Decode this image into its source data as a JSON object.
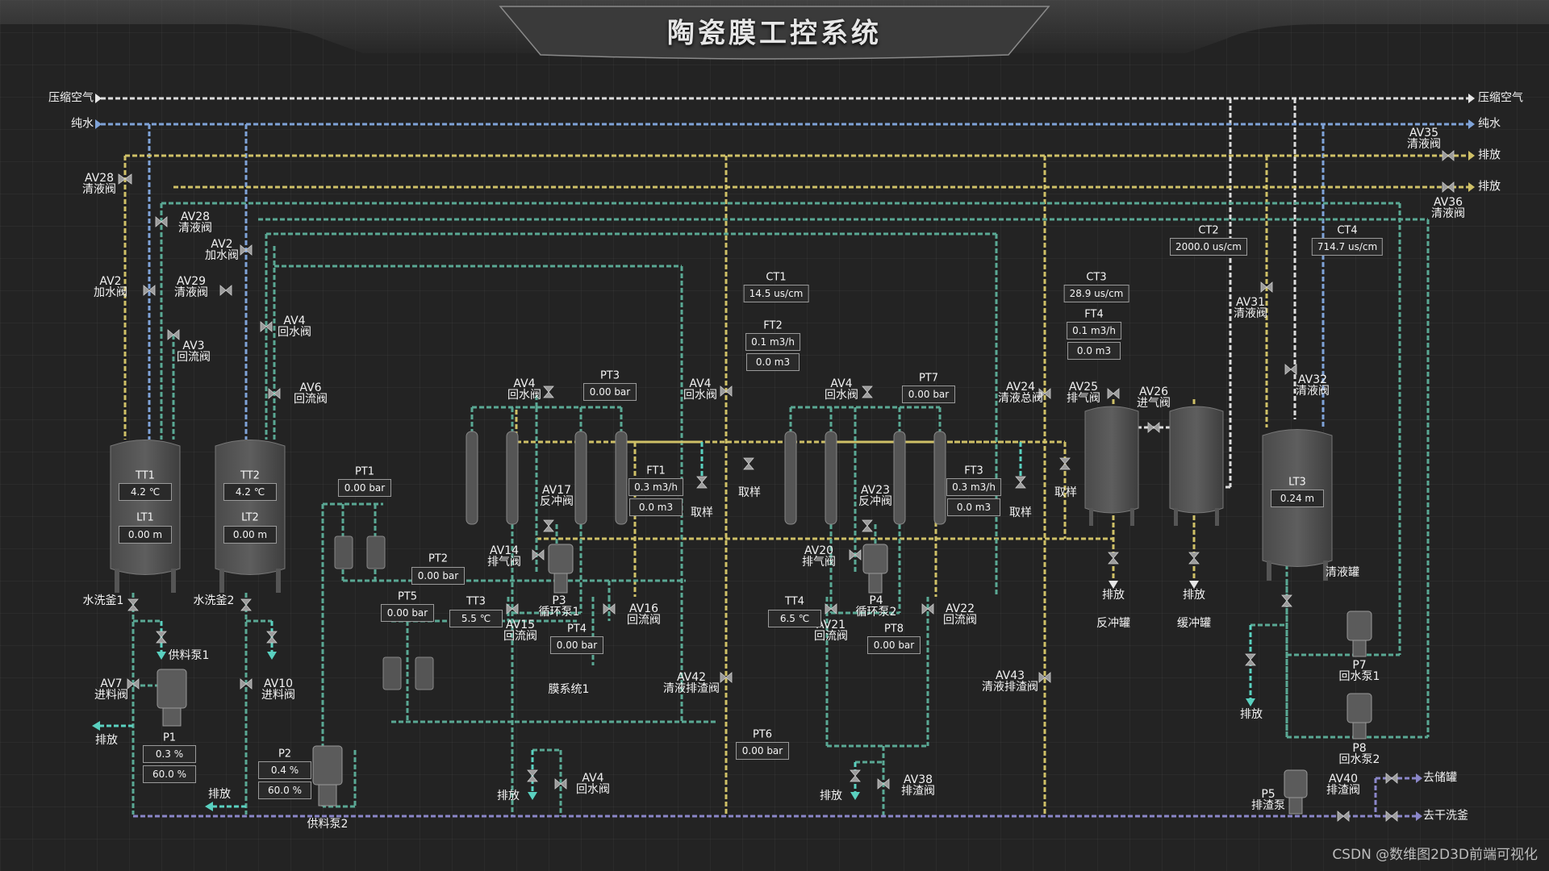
{
  "title": "陶瓷膜工控系统",
  "watermark": "CSDN @数维图2D3D前端可视化",
  "colors": {
    "air": "#e3e3e3",
    "pure_water": "#7fa3d8",
    "discharge": "#cfc067",
    "recirc": "#5aa894",
    "drain_main": "#8a86c8",
    "teal": "#5ad1c0"
  },
  "rails": {
    "air_left": "压缩空气",
    "air_right": "压缩空气",
    "water_left": "纯水",
    "water_right": "纯水",
    "drain1": "排放",
    "drain2": "排放"
  },
  "tanks": {
    "tank1": {
      "tt": "TT1",
      "tt_val": "4.2 ℃",
      "lt": "LT1",
      "lt_val": "0.00 m",
      "name": "水洗釜1"
    },
    "tank2": {
      "tt": "TT2",
      "tt_val": "4.2 ℃",
      "lt": "LT2",
      "lt_val": "0.00 m",
      "name": "水洗釜2"
    },
    "tank3": {
      "lt": "LT3",
      "lt_val": "0.24 m",
      "name": "清液罐"
    },
    "backflush": {
      "name": "反冲罐",
      "drain": "排放"
    },
    "buffer": {
      "name": "缓冲罐",
      "drain": "排放"
    }
  },
  "valves": {
    "av28a": "AV28\n清液阀",
    "av28b": "AV28\n清液阀",
    "av2a": "AV2\n加水阀",
    "av2b": "AV2\n加水阀",
    "av29": "AV29\n清液阀",
    "av3": "AV3\n回流阀",
    "av4a": "AV4\n回水阀",
    "av6": "AV6\n回流阀",
    "av7": "AV7\n进料阀",
    "av10": "AV10\n进料阀",
    "av4b": "AV4\n回水阀",
    "av4c": "AV4\n回水阀",
    "av4d": "AV4\n回水阀",
    "av4e": "AV4\n回水阀",
    "av17": "AV17\n反冲阀",
    "av14": "AV14\n排气阀",
    "av15": "AV15\n回流阀",
    "av16": "AV16\n回流阀",
    "av23": "AV23\n反冲阀",
    "av20": "AV20\n排气阀",
    "av21": "AV21\n回流阀",
    "av22": "AV22\n回流阀",
    "av24": "AV24\n清液总阀",
    "av25": "AV25\n排气阀",
    "av26": "AV26\n进气阀",
    "av31": "AV31\n清液阀",
    "av32": "AV32\n清液阀",
    "av35": "AV35\n清液阀",
    "av36": "AV36\n清液阀",
    "av38": "AV38\n排渣阀",
    "av40": "AV40\n排渣阀",
    "av42": "AV42\n清液排渣阀",
    "av43": "AV43\n清液排渣阀"
  },
  "instruments": {
    "pt1": {
      "tag": "PT1",
      "val": "0.00 bar"
    },
    "pt2": {
      "tag": "PT2",
      "val": "0.00 bar"
    },
    "pt3": {
      "tag": "PT3",
      "val": "0.00 bar"
    },
    "pt4": {
      "tag": "PT4",
      "val": "0.00 bar"
    },
    "pt5": {
      "tag": "PT5",
      "val": "0.00 bar"
    },
    "pt6": {
      "tag": "PT6",
      "val": "0.00 bar"
    },
    "pt7": {
      "tag": "PT7",
      "val": "0.00 bar"
    },
    "pt8": {
      "tag": "PT8",
      "val": "0.00 bar"
    },
    "tt3": {
      "tag": "TT3",
      "val": "5.5 ℃"
    },
    "tt4": {
      "tag": "TT4",
      "val": "6.5 ℃"
    },
    "ct1": {
      "tag": "CT1",
      "val": "14.5 us/cm"
    },
    "ct2": {
      "tag": "CT2",
      "val": "2000.0 us/cm"
    },
    "ct3": {
      "tag": "CT3",
      "val": "28.9 us/cm"
    },
    "ct4": {
      "tag": "CT4",
      "val": "714.7 us/cm"
    },
    "ft1": {
      "tag": "FT1",
      "flow": "0.3 m3/h",
      "total": "0.0 m3"
    },
    "ft2": {
      "tag": "FT2",
      "flow": "0.1 m3/h",
      "total": "0.0 m3"
    },
    "ft3": {
      "tag": "FT3",
      "flow": "0.3 m3/h",
      "total": "0.0 m3"
    },
    "ft4": {
      "tag": "FT4",
      "flow": "0.1 m3/h",
      "total": "0.0 m3"
    },
    "p1": {
      "tag": "P1",
      "v1": "0.3 %",
      "v2": "60.0 %"
    },
    "p2": {
      "tag": "P2",
      "v1": "0.4 %",
      "v2": "60.0 %"
    }
  },
  "pumps": {
    "p1_name": "供料泵1",
    "p2_name": "供料泵2",
    "p3": "P3\n循环泵1",
    "p4": "P4\n循环泵2",
    "p5": "P5\n排渣泵",
    "p7": "P7\n回水泵1",
    "p8": "P8\n回水泵2"
  },
  "misc": {
    "membrane1": "膜系统1",
    "sample": "取样",
    "drain": "排放",
    "to_storage": "去储罐",
    "to_dryer": "去干洗釜"
  }
}
